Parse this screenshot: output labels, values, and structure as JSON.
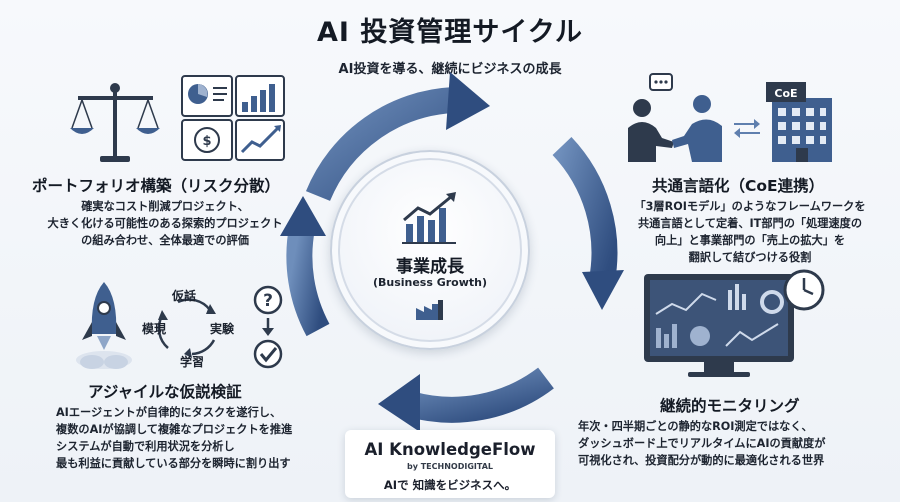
{
  "header": {
    "title": "AI 投資管理サイクル",
    "subtitle": "AI投資を導る、継続にビジネスの成長"
  },
  "hub": {
    "title": "事業成長",
    "subtitle": "(Business Growth)"
  },
  "portfolio": {
    "title": "ポートフォリオ構築（リスク分散）",
    "lines": [
      "確実なコスト削減プロジェクト、",
      "大きく化ける可能性のある探索的プロジェクト",
      "の組み合わせ、全体最適での評価"
    ]
  },
  "coe": {
    "title": "共通言語化（CoE連携）",
    "building_label": "CoE",
    "lines": [
      "「3層ROIモデル」のようなフレームワークを",
      "共通言語として定着、IT部門の「処理速度の",
      "向上」と事業部門の「売上の拡大」を",
      "翻訳して結びつける役割"
    ]
  },
  "agile": {
    "title": "アジャイルな仮説検証",
    "cycle": {
      "top": "仮話",
      "right": "実験",
      "bottom": "学習",
      "left": "模現"
    },
    "lines": [
      "AIエージェントが自律的にタスクを遂行し、",
      "複数のAIが協調して複雑なプロジェクトを推進",
      "システムが自動で利用状況を分析し",
      "最も利益に貢献している部分を瞬時に割り出す"
    ]
  },
  "monitoring": {
    "title": "継続的モニタリング",
    "lines": [
      "年次・四半期ごとの静的なROI測定ではなく、",
      "ダッシュボード上でリアルタイムにAIの貢献度が",
      "可視化され、投資配分が動的に最適化される世界"
    ]
  },
  "logo": {
    "name": "AI KnowledgeFlow",
    "by": "by TECHNODIGITAL",
    "tagline": "AIで 知識をビジネスへ。"
  },
  "colors": {
    "arrow_light": "#5f7fae",
    "arrow_dark": "#2f4d7f",
    "ink": "#1d2430",
    "icon_dark": "#2e3a4c",
    "icon_blue": "#3f5f8f"
  }
}
